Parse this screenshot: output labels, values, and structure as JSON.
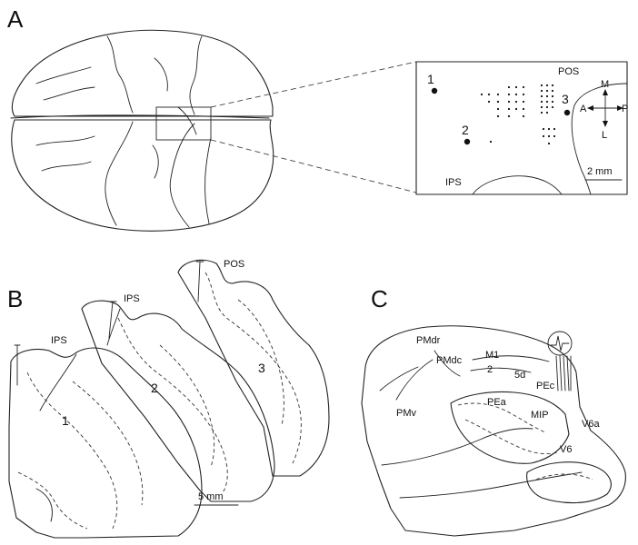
{
  "panels": {
    "a": {
      "letter": "A"
    },
    "b": {
      "letter": "B"
    },
    "c": {
      "letter": "C"
    }
  },
  "inset": {
    "sites": [
      "1",
      "2",
      "3"
    ],
    "sulci": {
      "pos": "POS",
      "ips": "IPS"
    },
    "compass": {
      "m": "M",
      "a": "A",
      "p": "P",
      "l": "L"
    },
    "scale": "2 mm"
  },
  "sections": {
    "sulci": {
      "ips_left": "IPS",
      "ips_mid": "IPS",
      "pos": "POS"
    },
    "numbers": [
      "1",
      "2",
      "3"
    ],
    "scale": "5 mm"
  },
  "lateral_view": {
    "areas": [
      "PMdr",
      "PMdc",
      "M1",
      "2",
      "5d",
      "PEc",
      "PEa",
      "MIP",
      "PMv",
      "V6a",
      "V6"
    ]
  },
  "colors": {
    "line": "#222222",
    "background": "#ffffff"
  }
}
